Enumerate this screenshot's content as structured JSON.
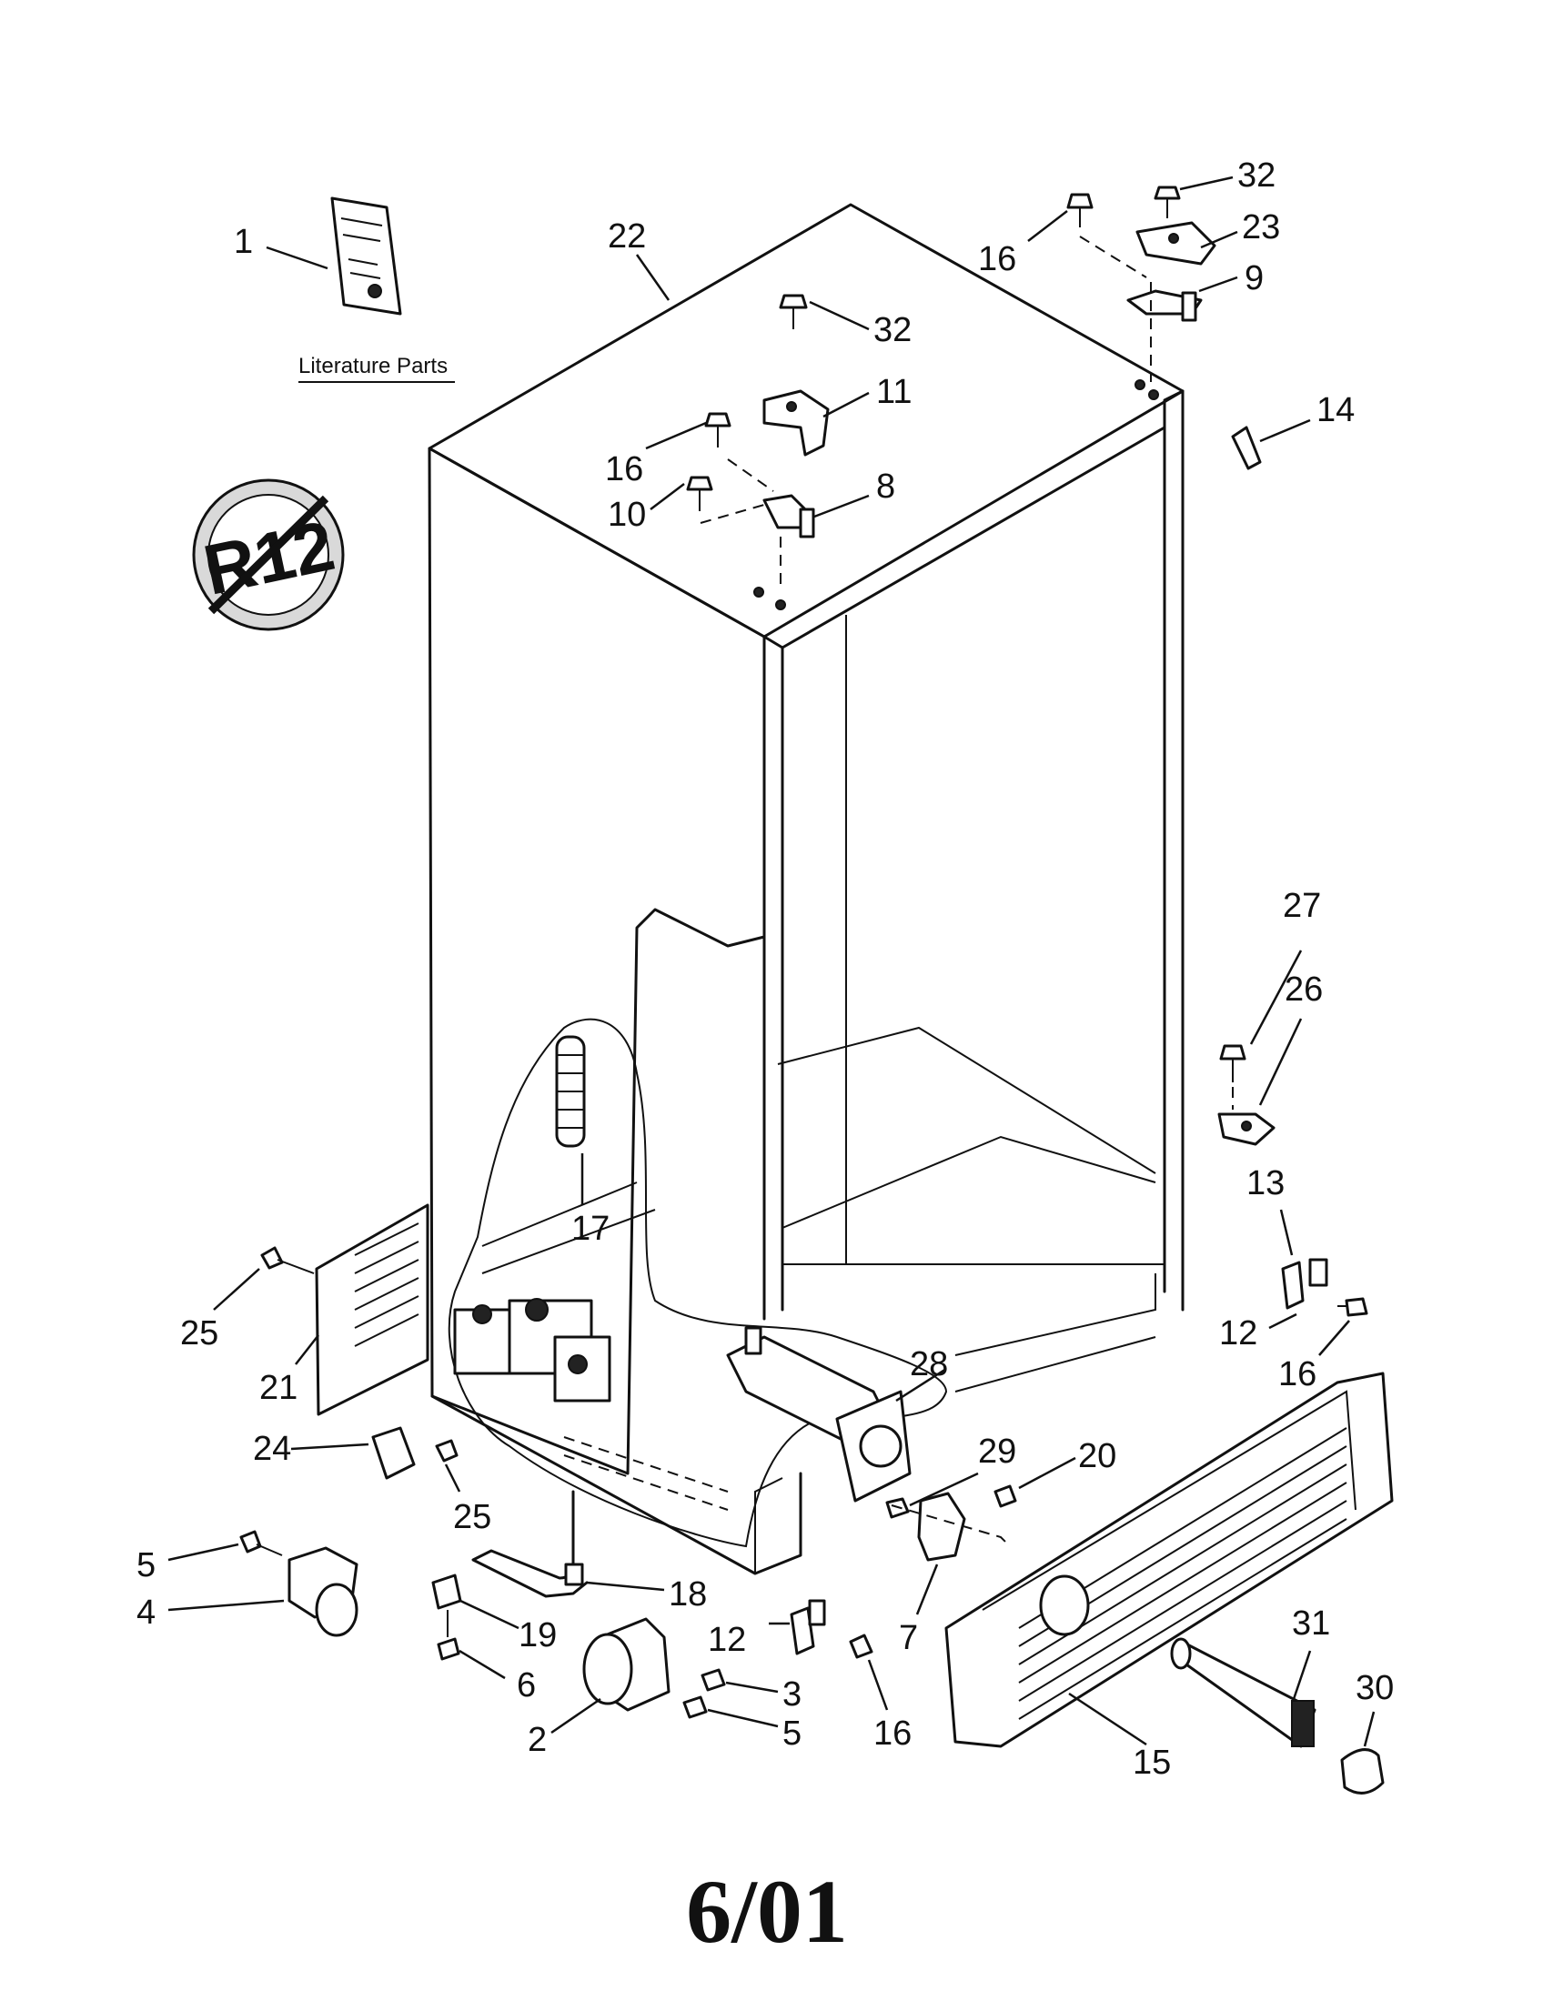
{
  "literature_label": "Literature Parts",
  "r12_symbol": "R12",
  "footer_date": "6/01",
  "callouts": [
    {
      "id": "c1",
      "text": "1"
    },
    {
      "id": "c22",
      "text": "22"
    },
    {
      "id": "c32a",
      "text": "32"
    },
    {
      "id": "c23",
      "text": "23"
    },
    {
      "id": "c16a",
      "text": "16"
    },
    {
      "id": "c9",
      "text": "9"
    },
    {
      "id": "c32b",
      "text": "32"
    },
    {
      "id": "c11",
      "text": "11"
    },
    {
      "id": "c16b",
      "text": "16"
    },
    {
      "id": "c10",
      "text": "10"
    },
    {
      "id": "c8",
      "text": "8"
    },
    {
      "id": "c14",
      "text": "14"
    },
    {
      "id": "c27",
      "text": "27"
    },
    {
      "id": "c26",
      "text": "26"
    },
    {
      "id": "c13",
      "text": "13"
    },
    {
      "id": "c12a",
      "text": "12"
    },
    {
      "id": "c16c",
      "text": "16"
    },
    {
      "id": "c17",
      "text": "17"
    },
    {
      "id": "c25a",
      "text": "25"
    },
    {
      "id": "c21",
      "text": "21"
    },
    {
      "id": "c28",
      "text": "28"
    },
    {
      "id": "c24",
      "text": "24"
    },
    {
      "id": "c25b",
      "text": "25"
    },
    {
      "id": "c29",
      "text": "29"
    },
    {
      "id": "c20",
      "text": "20"
    },
    {
      "id": "c5a",
      "text": "5"
    },
    {
      "id": "c4",
      "text": "4"
    },
    {
      "id": "c18",
      "text": "18"
    },
    {
      "id": "c19",
      "text": "19"
    },
    {
      "id": "c12b",
      "text": "12"
    },
    {
      "id": "c7",
      "text": "7"
    },
    {
      "id": "c6",
      "text": "6"
    },
    {
      "id": "c3",
      "text": "3"
    },
    {
      "id": "c2",
      "text": "2"
    },
    {
      "id": "c5b",
      "text": "5"
    },
    {
      "id": "c16d",
      "text": "16"
    },
    {
      "id": "c31",
      "text": "31"
    },
    {
      "id": "c30",
      "text": "30"
    },
    {
      "id": "c15",
      "text": "15"
    }
  ]
}
